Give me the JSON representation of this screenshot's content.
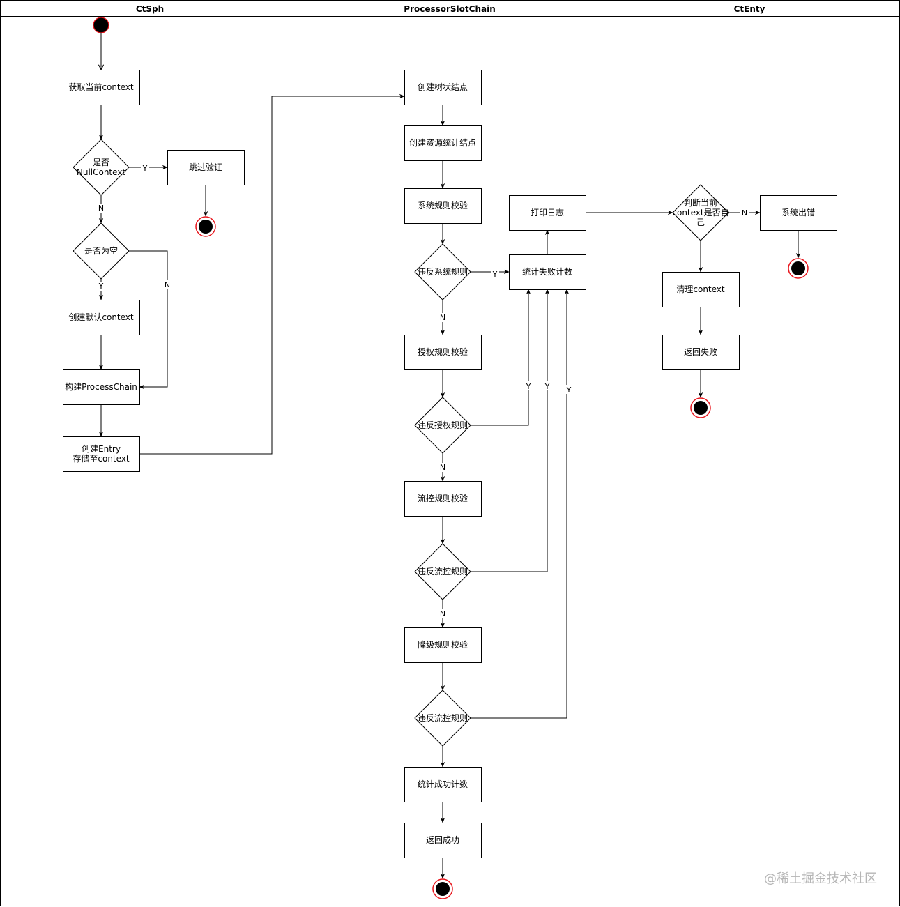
{
  "lanes": [
    {
      "id": "ctsph",
      "title": "CtSph"
    },
    {
      "id": "chain",
      "title": "ProcessorSlotChain"
    },
    {
      "id": "ctenty",
      "title": "CtEnty"
    }
  ],
  "nodes": {
    "get_context": {
      "label": "获取当前context"
    },
    "is_null_context": {
      "label": "是否\nNullContext"
    },
    "skip_verify": {
      "label": "跳过验证"
    },
    "is_empty": {
      "label": "是否为空"
    },
    "create_default_context": {
      "label": "创建默认context"
    },
    "build_process_chain": {
      "label": "构建ProcessChain"
    },
    "create_entry": {
      "label": "创建Entry\n存储至context"
    },
    "create_tree_node": {
      "label": "创建树状结点"
    },
    "create_stat_node": {
      "label": "创建资源统计结点"
    },
    "system_rule_check": {
      "label": "系统规则校验"
    },
    "violate_system_rule": {
      "label": "违反系统规则"
    },
    "auth_rule_check": {
      "label": "授权规则校验"
    },
    "violate_auth_rule": {
      "label": "违反授权规则"
    },
    "flow_rule_check": {
      "label": "流控规则校验"
    },
    "violate_flow_rule": {
      "label": "违反流控规则"
    },
    "degrade_rule_check": {
      "label": "降级规则校验"
    },
    "violate_flow_rule_2": {
      "label": "违反流控规则"
    },
    "count_success": {
      "label": "统计成功计数"
    },
    "return_success": {
      "label": "返回成功"
    },
    "count_failure": {
      "label": "统计失败计数"
    },
    "print_log": {
      "label": "打印日志"
    },
    "is_own_context": {
      "label": "判断当前\ncontext是否自\n己"
    },
    "system_error": {
      "label": "系统出错"
    },
    "clear_context": {
      "label": "清理context"
    },
    "return_failure": {
      "label": "返回失败"
    }
  },
  "edge_labels": {
    "yes": "Y",
    "no": "N"
  },
  "watermark": "@稀土掘金技术社区",
  "colors": {
    "stroke": "#000000",
    "fill": "#ffffff",
    "final_ring": "#e8161d",
    "initial_fill": "#000000",
    "initial_ring": "#e8161d",
    "watermark": "#b5b5b5"
  }
}
